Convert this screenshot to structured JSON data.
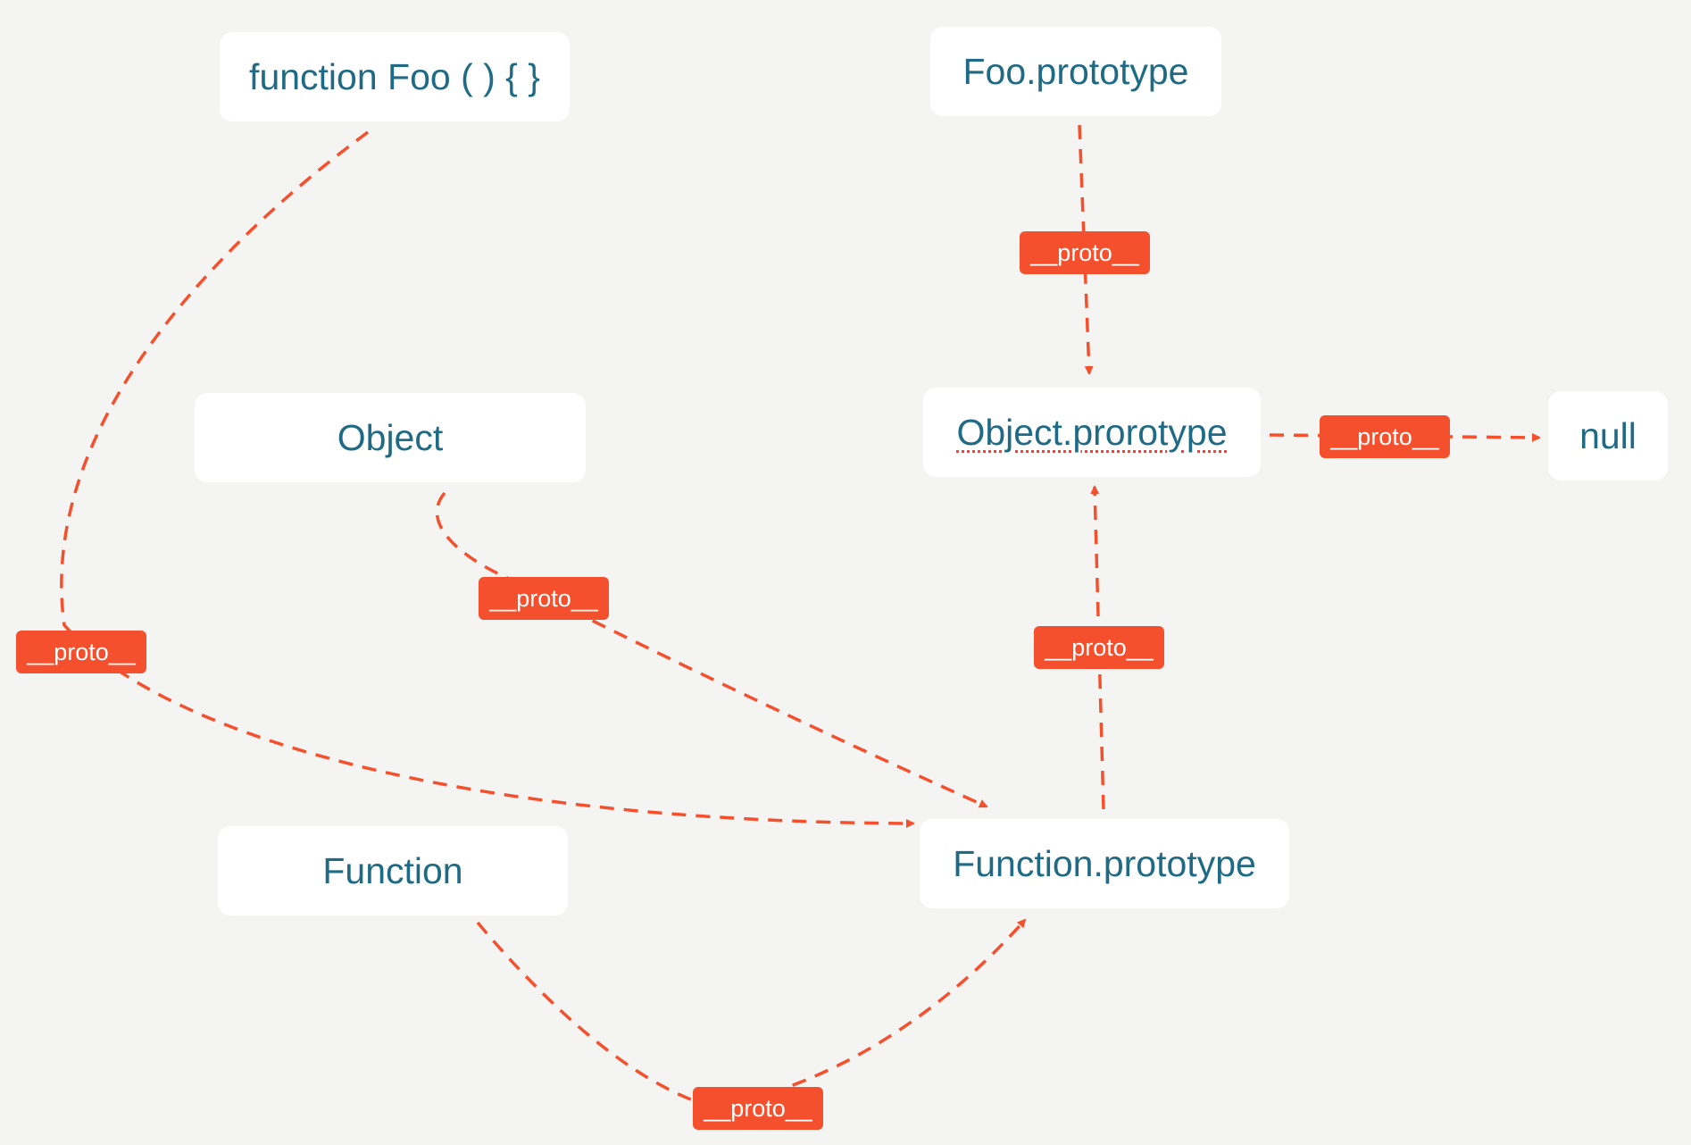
{
  "colors": {
    "background": "#f4f4f2",
    "node_fill": "#ffffff",
    "node_text": "#1f6a85",
    "edge": "#f5502d",
    "badge_fill": "#f5502d",
    "badge_text": "#ffffff"
  },
  "nodes": {
    "foo_function": "function Foo ( ) { }",
    "foo_prototype": "Foo.prototype",
    "object": "Object",
    "object_prototype": "Object.prorotype",
    "null": "null",
    "function": "Function",
    "function_prototype": "Function.prototype"
  },
  "edges": [
    {
      "from": "foo_prototype",
      "to": "object_prototype",
      "label": "__proto__"
    },
    {
      "from": "object_prototype",
      "to": "null",
      "label": "__proto__"
    },
    {
      "from": "object",
      "to": "function_prototype",
      "label": "__proto__"
    },
    {
      "from": "function_prototype",
      "to": "object_prototype",
      "label": "__proto__"
    },
    {
      "from": "foo_function",
      "to": "function_prototype",
      "label": "__proto__"
    },
    {
      "from": "function",
      "to": "function_prototype",
      "label": "__proto__"
    }
  ]
}
